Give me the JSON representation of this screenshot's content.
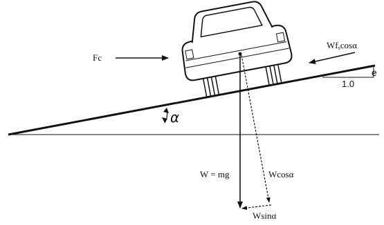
{
  "colors": {
    "ink": "#111111",
    "background": "#ffffff"
  },
  "labels": {
    "centrifugal_force": "Fc",
    "friction_force": {
      "main": "Wf",
      "sub": "s",
      "tail": "cosα"
    },
    "weight": "W = mg",
    "w_cos": "Wcosα",
    "w_sin": "Wsinα",
    "angle": "α",
    "run": "1.0",
    "rise": "e"
  },
  "icons": {
    "vehicle": "car-rear-view-icon"
  }
}
